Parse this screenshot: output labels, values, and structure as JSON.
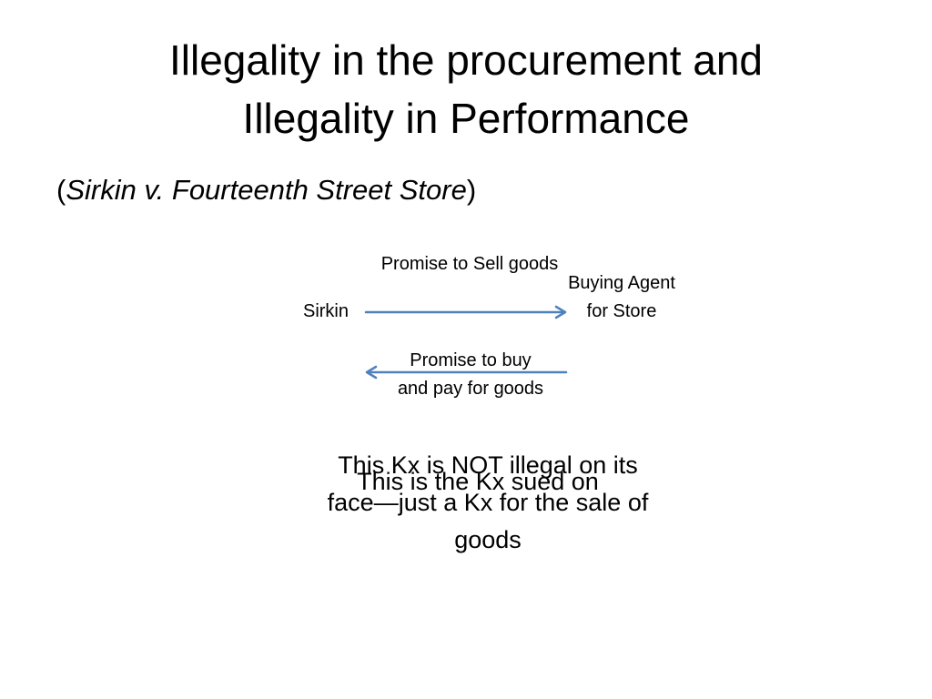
{
  "slide": {
    "title_line1": "Illegality in the procurement and",
    "title_line2": "Illegality in Performance",
    "subtitle_open": "(",
    "subtitle_case": "Sirkin v. Fourteenth Street Store",
    "subtitle_close": ")"
  },
  "diagram": {
    "left_party": "Sirkin",
    "right_party": "Buying Agent for Store",
    "top_arrow_label": "Promise to Sell goods",
    "bottom_arrow_label": "Promise to buy and pay for goods",
    "arrow_color": "#4f81bd"
  },
  "notes": {
    "overlay_a": "This Kx is NOT illegal on its face—just a Kx for the sale of goods",
    "overlay_b": "This is the Kx sued on"
  }
}
